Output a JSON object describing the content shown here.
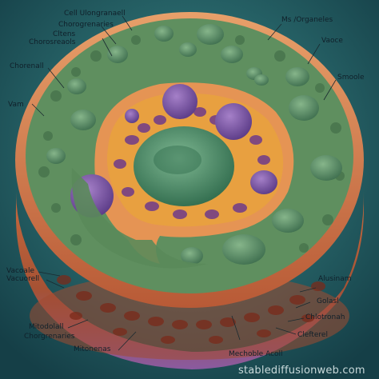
{
  "labels": {
    "top_left_1": "Cell Ulongranaell",
    "top_left_2": "Chorogrenaries",
    "top_left_3": "Cltens",
    "top_left_4": "Chorosreaols",
    "left_1": "Chorenall",
    "left_2": "Vam",
    "left_3": "Vacoale",
    "left_4": "Vacuorell",
    "bottom_left_1": "Mitodolall",
    "bottom_left_2": "Chorgrenaries",
    "bottom_left_3": "Mitonenas",
    "top_right_1": "Ms /Organeles",
    "right_1": "Vaoce",
    "right_2": "Smoole",
    "right_3": "Alusinam",
    "right_4": "Golasl",
    "right_5": "Chlotronah",
    "right_6": "Clefterel",
    "bottom_center": "Mechoble Acoll"
  },
  "watermark": "stablediffusionweb.com",
  "colors": {
    "background": "#1d5a62",
    "cytoplasm_green": "#5f8f5f",
    "membrane_orange": "#d8824f",
    "vacuole_purple": "#7a52a0",
    "nucleus_green": "#4f8a63"
  }
}
